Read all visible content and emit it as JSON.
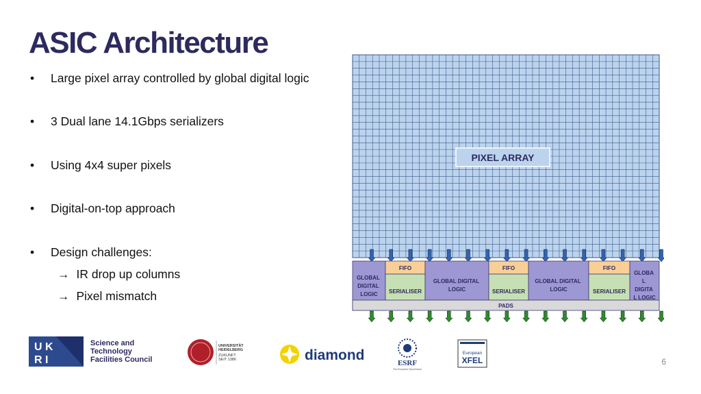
{
  "slide": {
    "title": "ASIC Architecture",
    "page_number": "6"
  },
  "bullets": [
    {
      "marker": "•",
      "text": "Large pixel array controlled by global digital logic"
    },
    {
      "marker": "•",
      "text": "3 Dual lane 14.1Gbps serializers"
    },
    {
      "marker": "•",
      "text": "Using 4x4 super pixels"
    },
    {
      "marker": "•",
      "text": "Digital-on-top approach"
    },
    {
      "marker": "•",
      "text": "Design challenges:"
    }
  ],
  "sub_bullets": [
    {
      "marker": "→",
      "text": "IR drop up columns"
    },
    {
      "marker": "→",
      "text": "Pixel mismatch"
    }
  ],
  "diagram": {
    "pixel_array_label": "PIXEL ARRAY",
    "pads_label": "PADS",
    "global_logic_left": [
      "GLOBAL",
      "DIGITAL",
      "LOGIC"
    ],
    "global_logic_mid1": [
      "GLOBAL DIGITAL",
      "LOGIC"
    ],
    "global_logic_mid2": [
      "GLOBAL DIGITAL",
      "LOGIC"
    ],
    "global_logic_right": [
      "GLOBA",
      "L",
      "DIGITA",
      "L LOGIC"
    ],
    "fifo_label": "FIFO",
    "serialiser_label": "SERIALISER",
    "colors": {
      "pixel_fill": "#bcd3ee",
      "pixel_grid": "#3c5a8a",
      "logic_fill": "#9d97d3",
      "fifo_fill": "#f9cf97",
      "serialiser_fill": "#c6e0b4",
      "pads_fill": "#d9d9d9",
      "down_arrow_blue": "#2f64b5",
      "down_arrow_green": "#2e8b2e",
      "label_text": "#2d2a5e"
    }
  },
  "logos": {
    "ukri": {
      "mark": "UKRI",
      "lines": [
        "Science and",
        "Technology",
        "Facilities Council"
      ]
    },
    "heidelberg": {
      "lines": [
        "UNIVERSITÄT",
        "HEIDELBERG",
        "ZUKUNFT",
        "SEIT 1386"
      ]
    },
    "diamond": {
      "text": "diamond"
    },
    "esrf": {
      "text": "ESRF",
      "sub": "The European Synchrotron"
    },
    "xfel": {
      "line1": "European",
      "line2": "XFEL"
    }
  }
}
